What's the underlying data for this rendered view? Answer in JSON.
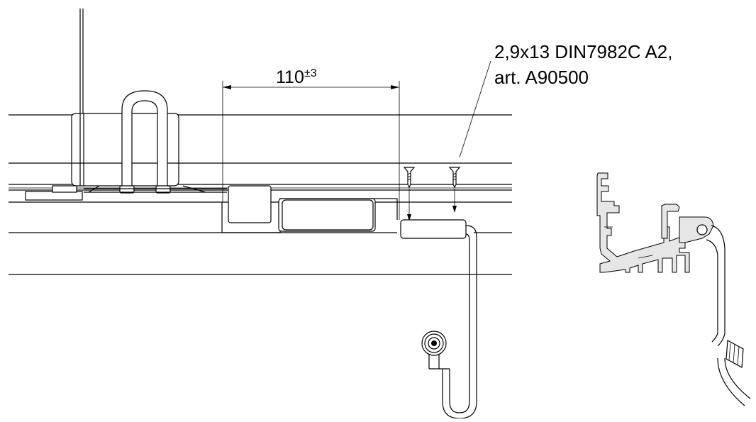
{
  "dimension": {
    "nominal": "110",
    "tolerance": "±3"
  },
  "screw_callout": {
    "line1": "2,9x13 DIN7982C A2,",
    "line2": "art. A90500"
  }
}
